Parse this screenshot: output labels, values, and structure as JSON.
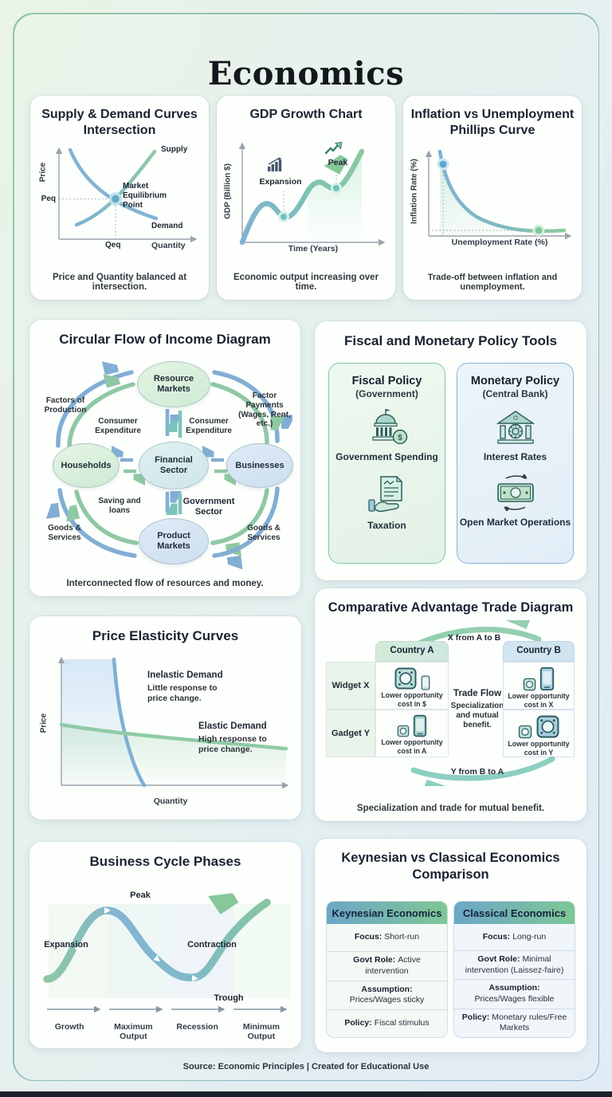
{
  "page": {
    "title": "Economics",
    "footer": "Source: Economic Principles  | Created for Educational Use"
  },
  "colors": {
    "curve_blue": "#7fb0d4",
    "curve_green": "#8fcba5",
    "curve_teal": "#79c7b7",
    "frame_border_green": "#96c5a6",
    "frame_border_blue": "#86b7cf",
    "header_gradient_left": "#6ca6c9",
    "header_gradient_right": "#7ec795"
  },
  "supply_demand": {
    "title": "Supply & Demand Curves Intersection",
    "y_axis": "Price",
    "x_axis": "Quantity",
    "supply_label": "Supply",
    "demand_label": "Demand",
    "peq": "Peq",
    "qeq": "Qeq",
    "equilibrium_label": "Market Equilibrium Point",
    "caption": "Price and Quantity balanced at intersection."
  },
  "gdp": {
    "title": "GDP Growth Chart",
    "y_axis": "GDP (Billion $)",
    "x_axis": "Time (Years)",
    "expansion_label": "Expansion",
    "peak_label": "Peak",
    "caption": "Economic output increasing over time."
  },
  "phillips": {
    "title": "Inflation vs Unemployment Phillips Curve",
    "y_axis": "Inflation Rate (%)",
    "x_axis": "Unemployment Rate (%)",
    "caption": "Trade-off between inflation and unemployment."
  },
  "circular_flow": {
    "title": "Circular Flow of Income Diagram",
    "nodes": {
      "resource": "Resource Markets",
      "households": "Households",
      "financial": "Financial Sector",
      "businesses": "Businesses",
      "product": "Product Markets"
    },
    "labels": {
      "factors": "Factors of Production",
      "factor_payments": "Factor Payments (Wages, Rent, etc.)",
      "consumer_left": "Consumer Expenditure",
      "consumer_right": "Consumer Expenditure",
      "saving": "Saving and loans",
      "government": "Government Sector",
      "goods_left": "Goods & Services",
      "goods_right": "Goods & Services"
    },
    "caption": "Interconnected flow of resources and money."
  },
  "policy_tools": {
    "title": "Fiscal and Monetary Policy Tools",
    "fiscal": {
      "title": "Fiscal Policy",
      "subtitle": "(Government)",
      "item1": "Government Spending",
      "item2": "Taxation",
      "coin_symbol": "$"
    },
    "monetary": {
      "title": "Monetary Policy",
      "subtitle": "(Central Bank)",
      "item1": "Interest Rates",
      "item2": "Open Market Operations"
    }
  },
  "elasticity": {
    "title": "Price Elasticity Curves",
    "y_axis": "Price",
    "x_axis": "Quantity",
    "inelastic_title": "Inelastic Demand",
    "inelastic_desc": "Little response to price change.",
    "elastic_title": "Elastic Demand",
    "elastic_desc": "High response to price change."
  },
  "comparative": {
    "title": "Comparative Advantage Trade Diagram",
    "arrow_top": "X from A to B",
    "arrow_bottom": "Y from B to A",
    "country_a": "Country A",
    "country_b": "Country B",
    "row_widget": "Widget X",
    "row_gadget": "Gadget Y",
    "cell_a_widget": "Lower opportunity cost in $",
    "cell_a_gadget": "Lower opportunity cost in A",
    "cell_b_widget": "Lower opportunity cost in X",
    "cell_b_gadget": "Lower opportunity cost in Y",
    "trade_flow_title": "Trade Flow",
    "trade_flow_desc": "Specialization and mutual benefit.",
    "caption": "Specialization and trade for mutual benefit."
  },
  "business_cycle": {
    "title": "Business Cycle Phases",
    "expansion": "Expansion",
    "peak": "Peak",
    "contraction": "Contraction",
    "trough": "Trough",
    "axis": [
      "Growth",
      "Maximum Output",
      "Recession",
      "Minimum Output"
    ]
  },
  "comparison": {
    "title": "Keynesian vs Classical Economics Comparison",
    "columns": [
      {
        "header": "Keynesian Economics",
        "rows": [
          {
            "label": "Focus:",
            "value": "Short-run"
          },
          {
            "label": "Govt Role:",
            "value": "Active intervention"
          },
          {
            "label": "Assumption:",
            "value": "Prices/Wages sticky"
          },
          {
            "label": "Policy:",
            "value": "Fiscal stimulus"
          }
        ]
      },
      {
        "header": "Classical Economics",
        "rows": [
          {
            "label": "Focus:",
            "value": "Long-run"
          },
          {
            "label": "Govt Role:",
            "value": "Minimal intervention (Laissez-faire)"
          },
          {
            "label": "Assumption:",
            "value": "Prices/Wages flexible"
          },
          {
            "label": "Policy:",
            "value": "Monetary rules/Free Markets"
          }
        ]
      }
    ]
  }
}
